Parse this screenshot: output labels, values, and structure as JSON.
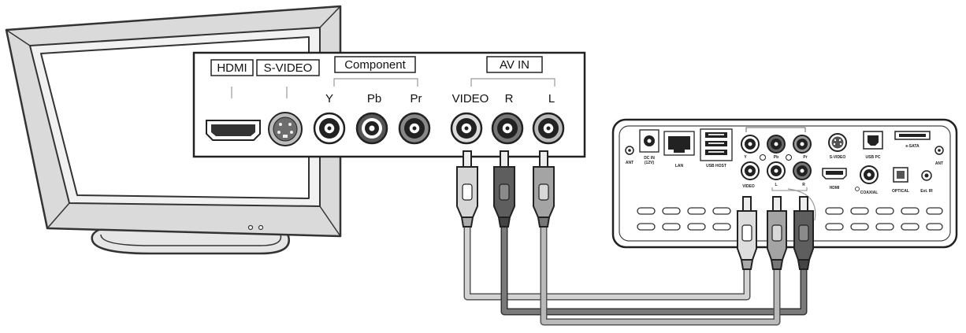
{
  "tv_panel": {
    "hdmi": "HDMI",
    "svideo": "S-VIDEO",
    "component": "Component",
    "y": "Y",
    "pb": "Pb",
    "pr": "Pr",
    "av_in": "AV IN",
    "video": "VIDEO",
    "r": "R",
    "l": "L"
  },
  "player_panel": {
    "ant_left": "ANT",
    "dc_in": "DC IN",
    "dc_volt": "(12V)",
    "lan": "LAN",
    "usb_host": "USB HOST",
    "y": "Y",
    "pb": "Pb",
    "pr": "Pr",
    "video": "VIDEO",
    "l": "L",
    "r": "R",
    "svideo": "S-VIDEO",
    "usb_pc": "USB PC",
    "hdmi": "HDMI",
    "coaxial": "COAXIAL",
    "optical": "OPTICAL",
    "esata": "e-SATA",
    "ext_ir": "Ext. IR",
    "ant_right": "ANT"
  },
  "colors": {
    "video_cable": "#c8c8c8",
    "left_cable": "#b4b4b4",
    "right_cable": "#777777",
    "outline": "#333333"
  }
}
